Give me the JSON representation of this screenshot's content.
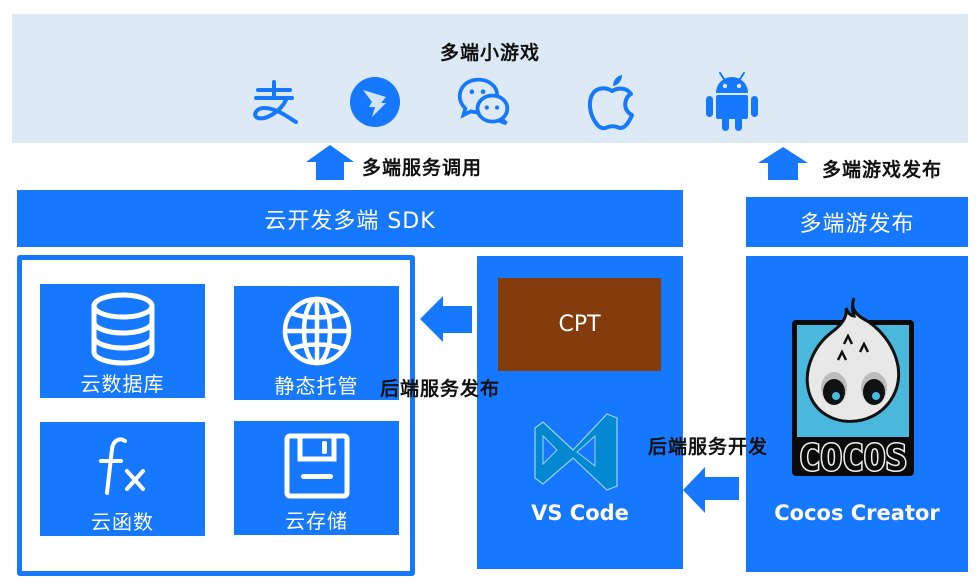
{
  "top_banner": {
    "title": "多端小游戏",
    "platforms": [
      {
        "name": "Alipay",
        "icon": "alipay-icon"
      },
      {
        "name": "DingTalk",
        "icon": "dingtalk-icon"
      },
      {
        "name": "WeChat",
        "icon": "wechat-icon"
      },
      {
        "name": "iOS",
        "icon": "apple-icon"
      },
      {
        "name": "Android",
        "icon": "android-icon"
      }
    ]
  },
  "arrows": {
    "service_call_label": "多端服务调用",
    "game_publish_label": "多端游戏发布",
    "backend_publish_label": "后端服务发布",
    "backend_dev_label": "后端服务开发"
  },
  "sdk_bar": {
    "label": "云开发多端 SDK"
  },
  "publish_bar": {
    "label": "多端游发布"
  },
  "services": [
    {
      "label": "云数据库",
      "icon": "database-icon"
    },
    {
      "label": "静态托管",
      "icon": "globe-icon"
    },
    {
      "label": "云函数",
      "icon": "function-icon"
    },
    {
      "label": "云存储",
      "icon": "storage-icon"
    }
  ],
  "vscode": {
    "plugin_label": "CPT",
    "tool_label": "VS Code"
  },
  "cocos": {
    "logo_text": "COCOS",
    "tool_label": "Cocos Creator"
  },
  "colors": {
    "primary_blue": "#1677ff",
    "banner_bg": "#dde9f5",
    "cpt_brown": "#843c0c"
  }
}
